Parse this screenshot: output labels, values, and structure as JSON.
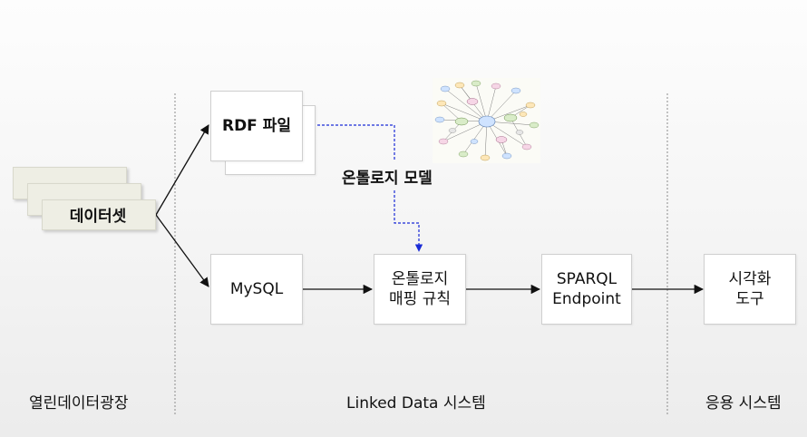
{
  "dataset": {
    "label": "데이터셋"
  },
  "boxes": {
    "rdf_file": "RDF 파일",
    "mysql": "MySQL",
    "mapping_rules": "온톨로지\n매핑 규칙",
    "sparql_endpoint": "SPARQL\nEndpoint",
    "visualization_tool": "시각화\n도구"
  },
  "ontology_model": {
    "label": "온톨로지 모델"
  },
  "sections": {
    "open_data_plaza": "열린데이터광장",
    "linked_data_system": "Linked Data 시스템",
    "application_system": "응용 시스템"
  },
  "colors": {
    "dashed_arrow": "#1a2bd6",
    "divider": "#8c8c8c",
    "arrow": "#111111"
  }
}
